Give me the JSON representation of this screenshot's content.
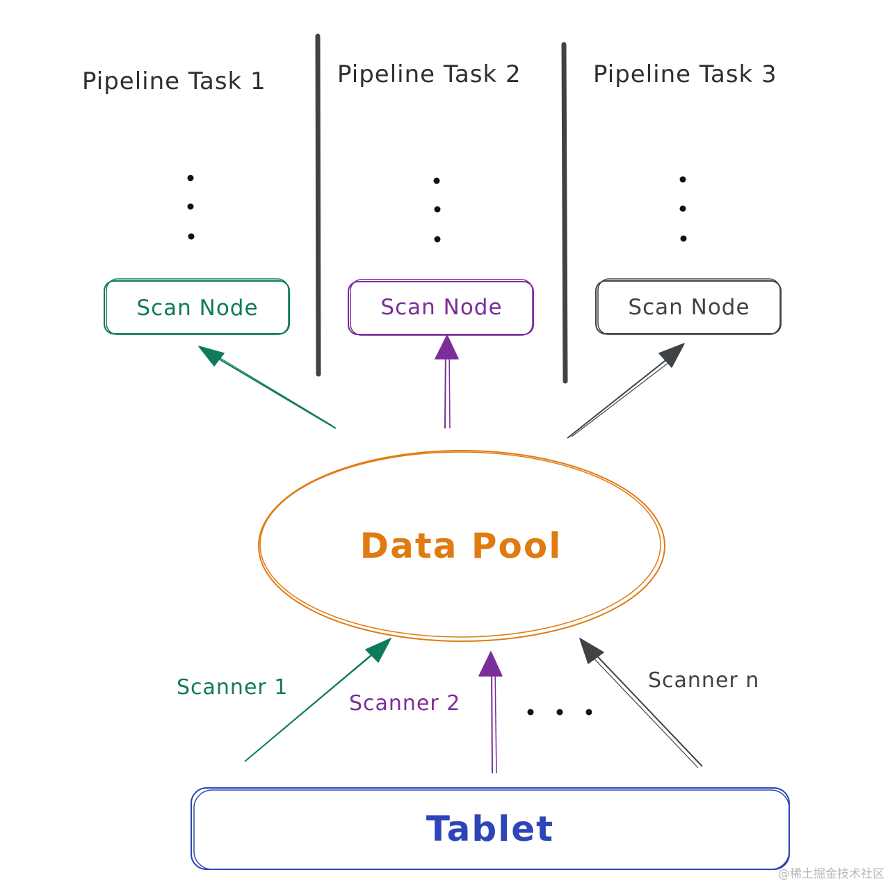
{
  "tasks": [
    {
      "title": "Pipeline Task 1",
      "node_label": "Scan Node",
      "color": "#0f7b5a"
    },
    {
      "title": "Pipeline Task 2",
      "node_label": "Scan Node",
      "color": "#7b2d9a"
    },
    {
      "title": "Pipeline Task 3",
      "node_label": "Scan Node",
      "color": "#3f4346"
    }
  ],
  "pool": {
    "label": "Data Pool",
    "color": "#e07b12"
  },
  "tablet": {
    "label": "Tablet",
    "color": "#2e45b8"
  },
  "scanners": [
    {
      "label": "Scanner 1",
      "color": "#0f7b5a"
    },
    {
      "label": "Scanner 2",
      "color": "#7b2d9a"
    },
    {
      "label": "Scanner n",
      "color": "#3f4346"
    }
  ],
  "divider_color": "#3f4346",
  "watermark": "@稀土掘金技术社区"
}
